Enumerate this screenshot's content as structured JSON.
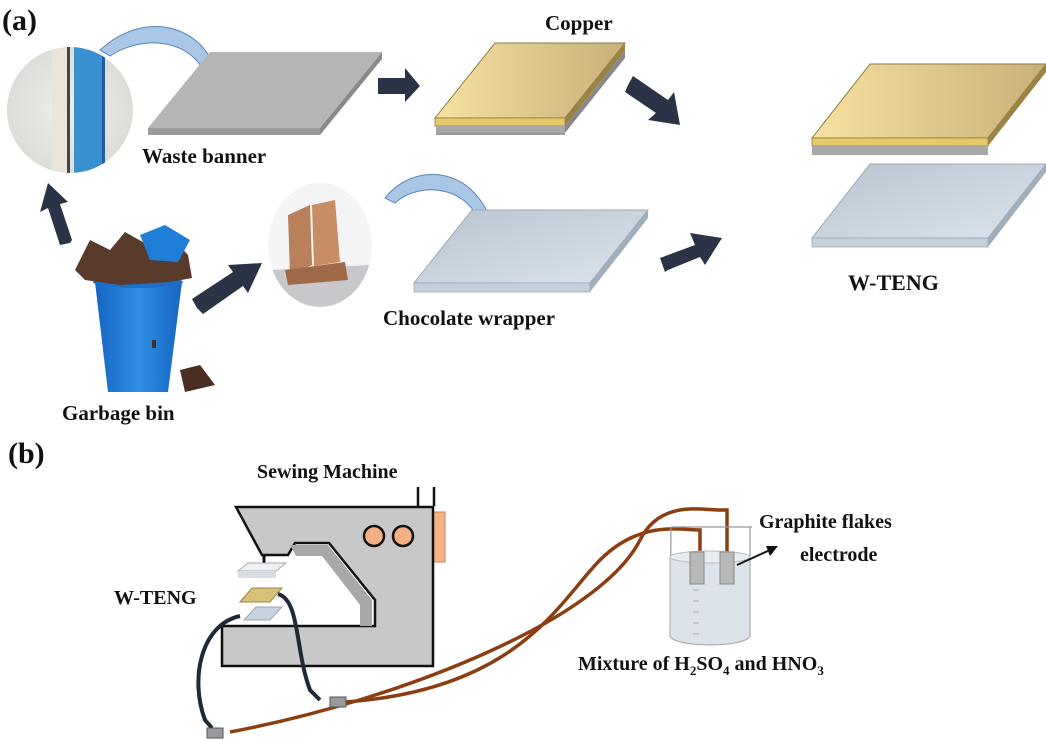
{
  "panel_a": {
    "label": "(a)",
    "labels": {
      "copper": "Copper",
      "waste_banner": "Waste banner",
      "chocolate_wrapper": "Chocolate wrapper",
      "w_teng": "W-TENG",
      "garbage_bin": "Garbage bin"
    }
  },
  "panel_b": {
    "label": "(b)",
    "labels": {
      "sewing_machine": "Sewing Machine",
      "w_teng": "W-TENG",
      "graphite_line1": "Graphite flakes",
      "graphite_line2": "electrode",
      "mixture_prefix": "Mixture of H",
      "sub_2": "2",
      "so": "SO",
      "sub_4": "4",
      "and_hno": " and HNO",
      "sub_3": "3"
    }
  },
  "colors": {
    "arrow_dark": "#2a3446",
    "arrow_light": "#a9c6e6",
    "copper_top": "#e8d08a",
    "banner_gray": "#b3b3b3",
    "wrapper_blue": "#c6d2dd",
    "bin_blue": "#1f7fd8",
    "machine_gray": "#c8c8c8",
    "wire_brown": "#8a3e12",
    "wire_dark": "#1e2a36",
    "knob_orange": "#f4b184"
  }
}
